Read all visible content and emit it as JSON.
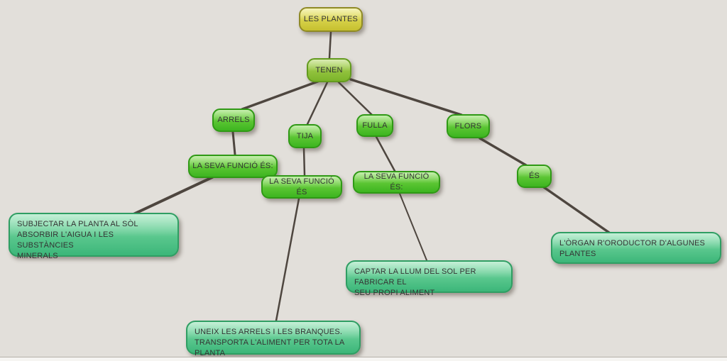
{
  "diagram": {
    "background_color": "#e2dfda",
    "line_color": "#4e463f",
    "palette": {
      "root": {
        "top": "#e9e567",
        "bottom": "#c6c02f",
        "border": "#8f8a26"
      },
      "tenen": {
        "top": "#abd455",
        "bottom": "#7cb42a",
        "border": "#639b1e"
      },
      "branch": {
        "top": "#7fd94a",
        "bottom": "#3db520",
        "border": "#2f9915"
      },
      "leaf": {
        "top": "#7edca6",
        "bottom": "#3cb679",
        "border": "#2f9e63"
      }
    },
    "nodes": [
      {
        "id": "les-plantes",
        "kind": "root",
        "label": "LES PLANTES"
      },
      {
        "id": "tenen",
        "kind": "tenen",
        "label": "TENEN"
      },
      {
        "id": "arrels",
        "kind": "branch",
        "label": "ARRELS"
      },
      {
        "id": "tija",
        "kind": "branch",
        "label": "TIJA"
      },
      {
        "id": "fulla",
        "kind": "branch",
        "label": "FULLA"
      },
      {
        "id": "flors",
        "kind": "branch",
        "label": "FLORS"
      },
      {
        "id": "funcio-arrels",
        "kind": "branch",
        "label": "LA SEVA FUNCIÓ ÉS:"
      },
      {
        "id": "funcio-tija",
        "kind": "branch",
        "label": "LA SEVA FUNCIÓ ÉS"
      },
      {
        "id": "funcio-fulla",
        "kind": "branch",
        "label": "LA SEVA FUNCIÓ ÉS:"
      },
      {
        "id": "es",
        "kind": "branch",
        "label": "ÉS"
      },
      {
        "id": "detall-arrels",
        "kind": "leaf",
        "label": "SUBJECTAR LA PLANTA AL SÒL\nABSORBIR L'AIGUA I LES SUBSTÀNCIES\nMINERALS"
      },
      {
        "id": "detall-tija",
        "kind": "leaf",
        "label": "UNEIX LES ARRELS I LES BRANQUES.\nTRANSPORTA L'ALIMENT PER TOTA LA PLANTA"
      },
      {
        "id": "detall-fulla",
        "kind": "leaf",
        "label": "CAPTAR LA LLUM DEL SOL PER FABRICAR EL\nSEU PROPI ALIMENT"
      },
      {
        "id": "detall-flors",
        "kind": "leaf",
        "label": "L'ÒRGAN R'ORODUCTOR D'ALGUNES\nPLANTES"
      }
    ],
    "edges": [
      {
        "id": "e1",
        "from": "les-plantes",
        "to": "tenen"
      },
      {
        "id": "e2",
        "from": "tenen",
        "to": "arrels"
      },
      {
        "id": "e3",
        "from": "tenen",
        "to": "tija"
      },
      {
        "id": "e4",
        "from": "tenen",
        "to": "fulla"
      },
      {
        "id": "e5",
        "from": "tenen",
        "to": "flors"
      },
      {
        "id": "e6",
        "from": "arrels",
        "to": "funcio-arrels"
      },
      {
        "id": "e7",
        "from": "funcio-arrels",
        "to": "detall-arrels"
      },
      {
        "id": "e8",
        "from": "tija",
        "to": "funcio-tija"
      },
      {
        "id": "e9",
        "from": "funcio-tija",
        "to": "detall-tija"
      },
      {
        "id": "e10",
        "from": "fulla",
        "to": "funcio-fulla"
      },
      {
        "id": "e11",
        "from": "funcio-fulla",
        "to": "detall-fulla"
      },
      {
        "id": "e12",
        "from": "flors",
        "to": "es"
      },
      {
        "id": "e13",
        "from": "es",
        "to": "detall-flors"
      }
    ]
  }
}
